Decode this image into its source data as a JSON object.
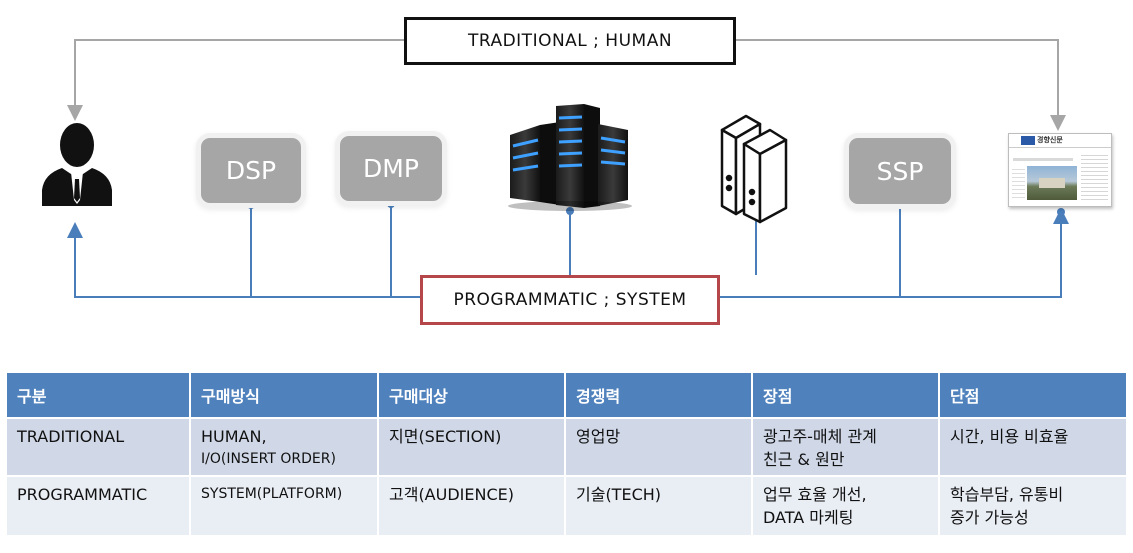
{
  "diagram": {
    "traditional_label": "TRADITIONAL ; HUMAN",
    "programmatic_label": "PROGRAMMATIC ; SYSTEM",
    "nodes": {
      "dsp": "DSP",
      "dmp": "DMP",
      "ssp": "SSP"
    },
    "icons": {
      "user": "user-icon",
      "server_rack": "server-rack-icon",
      "server_tower": "server-tower-icon",
      "newspaper": "newspaper-icon"
    },
    "newspaper_masthead": "경향신문",
    "colors": {
      "traditional_line": "#a6a6a6",
      "programmatic_line": "#4a7ebb",
      "programmatic_border": "#b5464a",
      "node_fill": "#a6a6a6"
    }
  },
  "table": {
    "headers": [
      "구분",
      "구매방식",
      "구매대상",
      "경쟁력",
      "장점",
      "단점"
    ],
    "rows": [
      {
        "type": "TRADITIONAL",
        "method": [
          "HUMAN,",
          "I/O(INSERT ORDER)"
        ],
        "target": "지면(SECTION)",
        "strength": "영업망",
        "pros": [
          "광고주-매체 관계",
          "친근 & 원만"
        ],
        "cons": "시간, 비용 비효율"
      },
      {
        "type": "PROGRAMMATIC",
        "method": [
          "SYSTEM(PLATFORM)"
        ],
        "target": "고객(AUDIENCE)",
        "strength": "기술(TECH)",
        "pros": [
          "업무 효율 개선,",
          "DATA 마케팅"
        ],
        "cons": [
          "학습부담, 유통비",
          "증가 가능성"
        ]
      }
    ],
    "colors": {
      "header": "#4f81bd",
      "row1": "#d0d8e8",
      "row2": "#e9edf4"
    }
  }
}
